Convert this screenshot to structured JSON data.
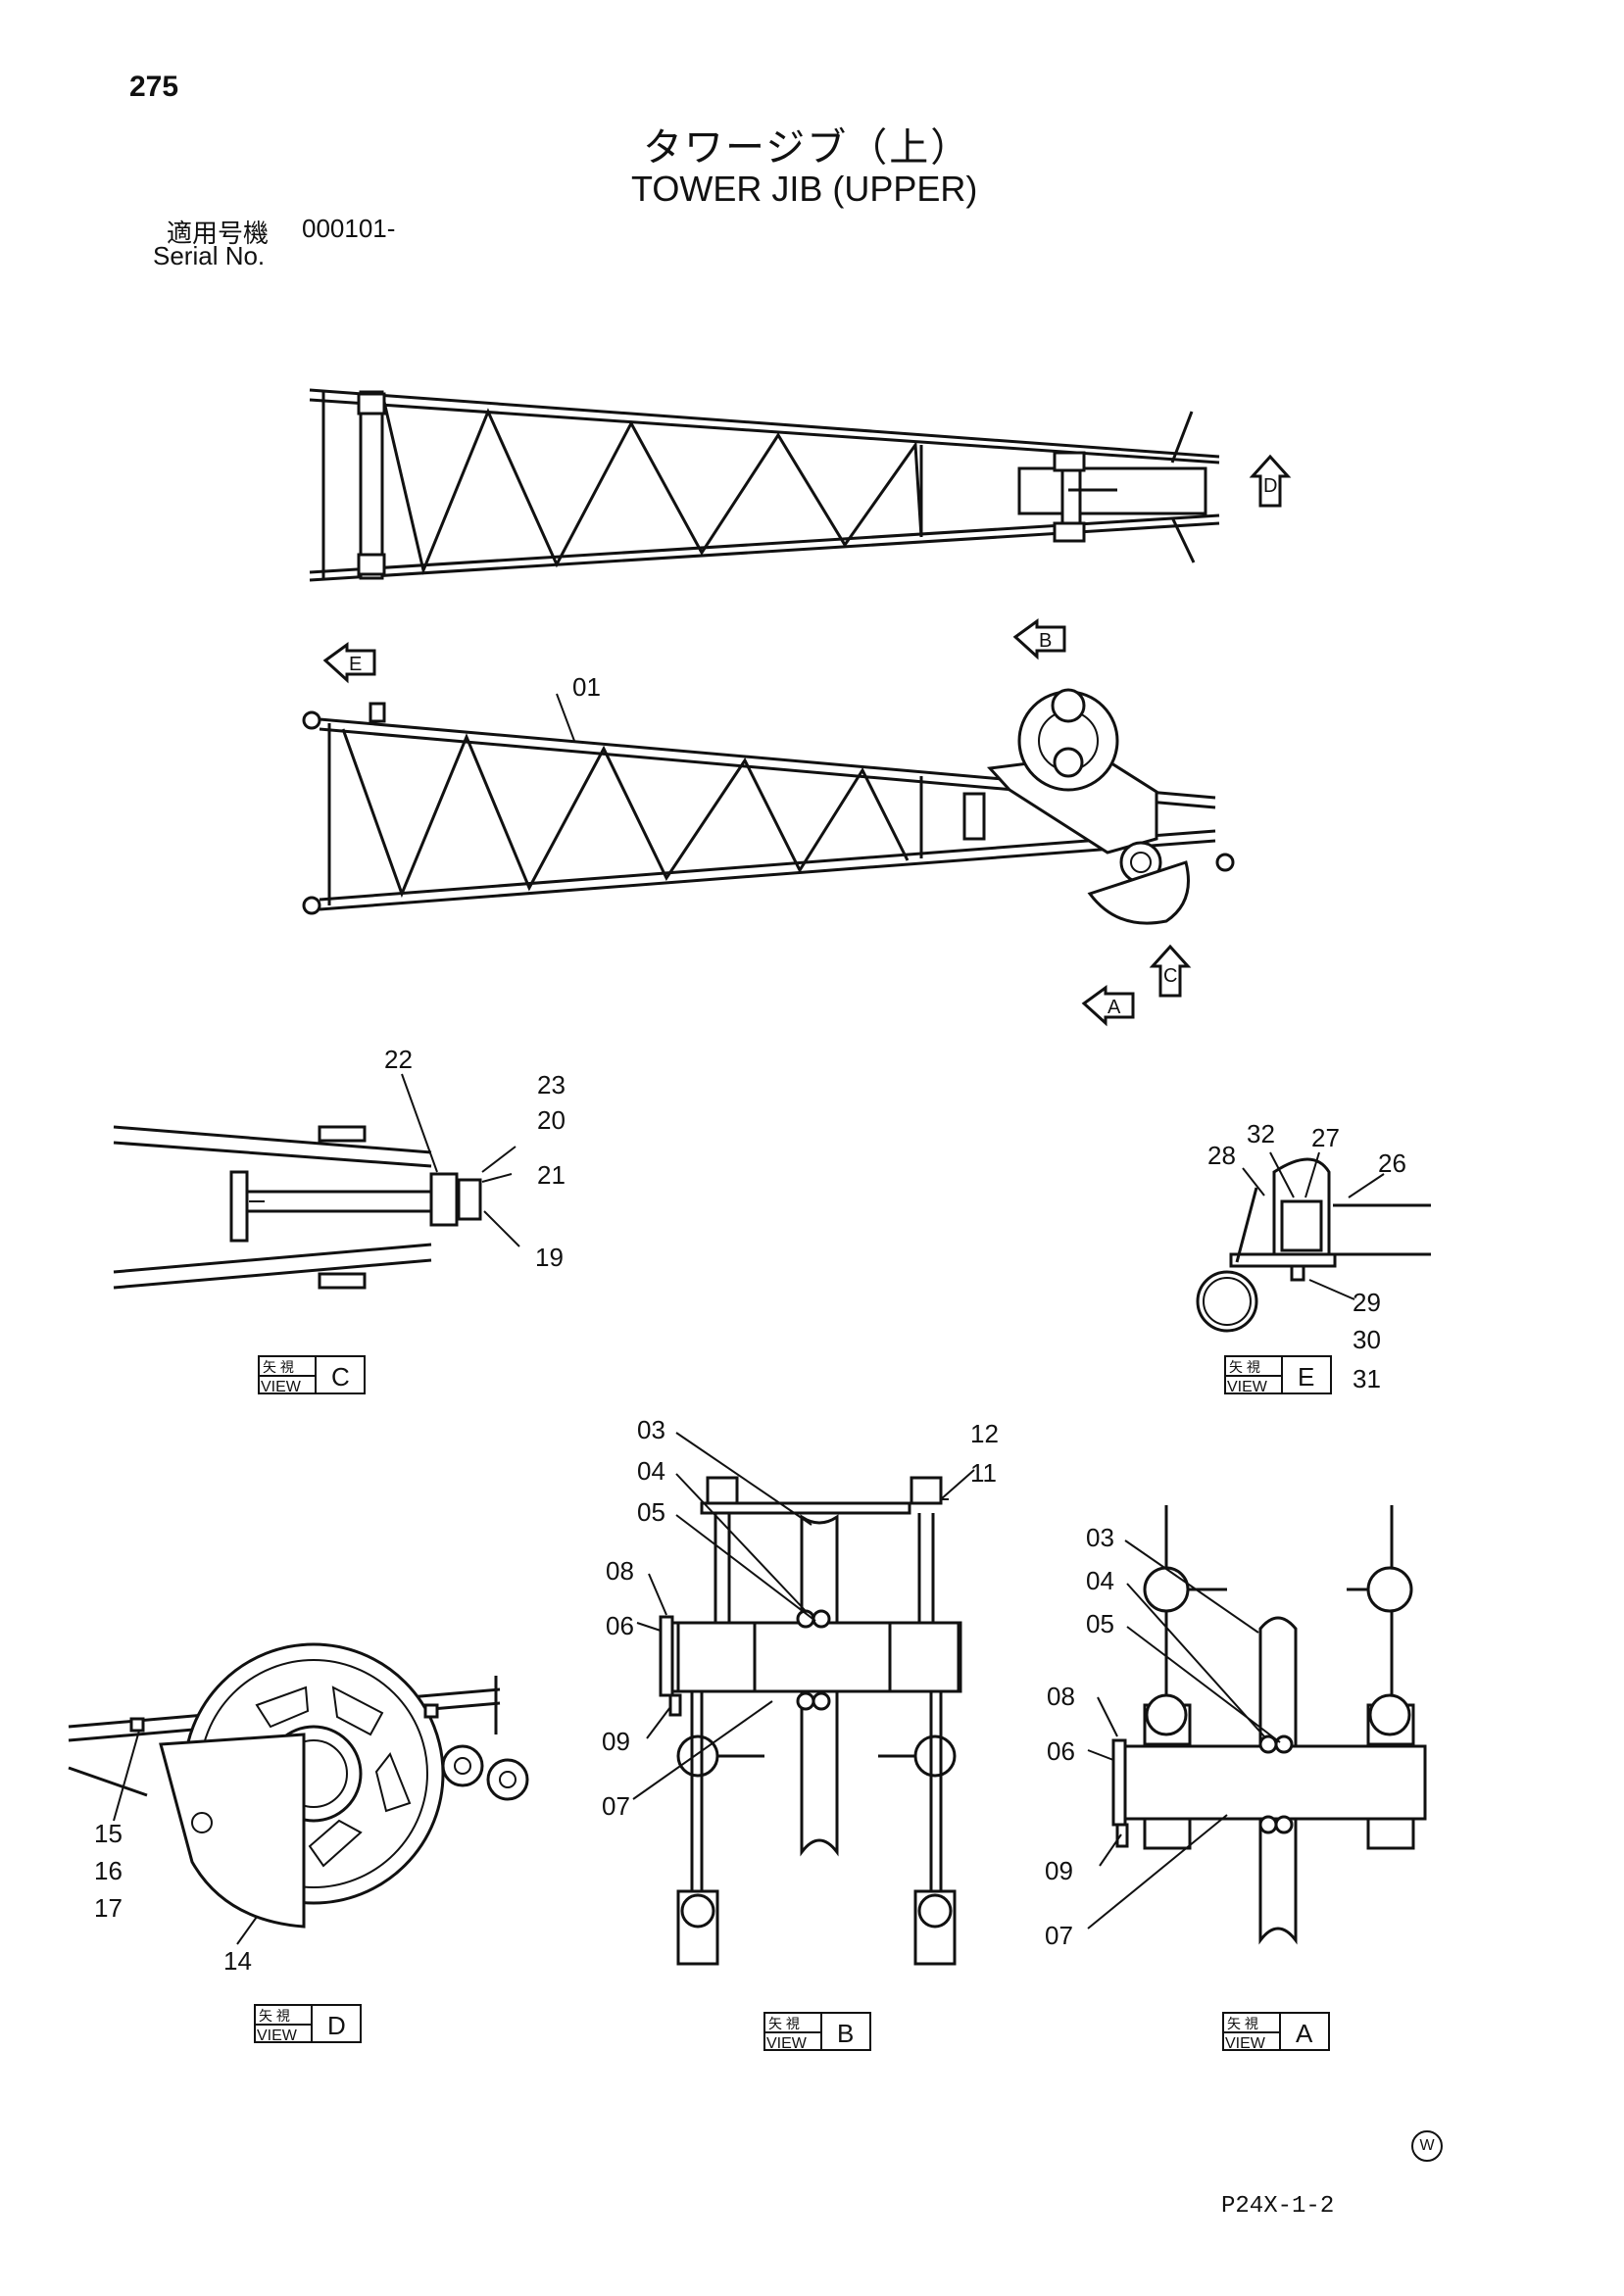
{
  "header": {
    "page_number": "275",
    "title_ja": "タワージブ（上）",
    "title_en": "TOWER JIB (UPPER)",
    "serial_label_ja": "適用号機",
    "serial_value": "000101-",
    "serial_label_en": "Serial No."
  },
  "view_markers": {
    "a": "A",
    "b": "B",
    "c": "C",
    "d": "D",
    "e": "E"
  },
  "view_label": {
    "ja": "矢 視",
    "en": "VIEW"
  },
  "views": {
    "c": {
      "letter": "C"
    },
    "e": {
      "letter": "E"
    },
    "d": {
      "letter": "D"
    },
    "b": {
      "letter": "B"
    },
    "a": {
      "letter": "A"
    }
  },
  "callouts": {
    "side": [
      "01"
    ],
    "view_c": [
      "22",
      "23",
      "20",
      "21",
      "19"
    ],
    "view_e": [
      "32",
      "27",
      "28",
      "26",
      "29",
      "30",
      "31"
    ],
    "view_d": [
      "15",
      "16",
      "17",
      "14"
    ],
    "view_b": [
      "03",
      "04",
      "05",
      "08",
      "06",
      "09",
      "07",
      "12",
      "11"
    ],
    "view_a": [
      "03",
      "04",
      "05",
      "08",
      "06",
      "09",
      "07"
    ]
  },
  "footer": {
    "code": "P24X-1-2",
    "mark": "W"
  }
}
